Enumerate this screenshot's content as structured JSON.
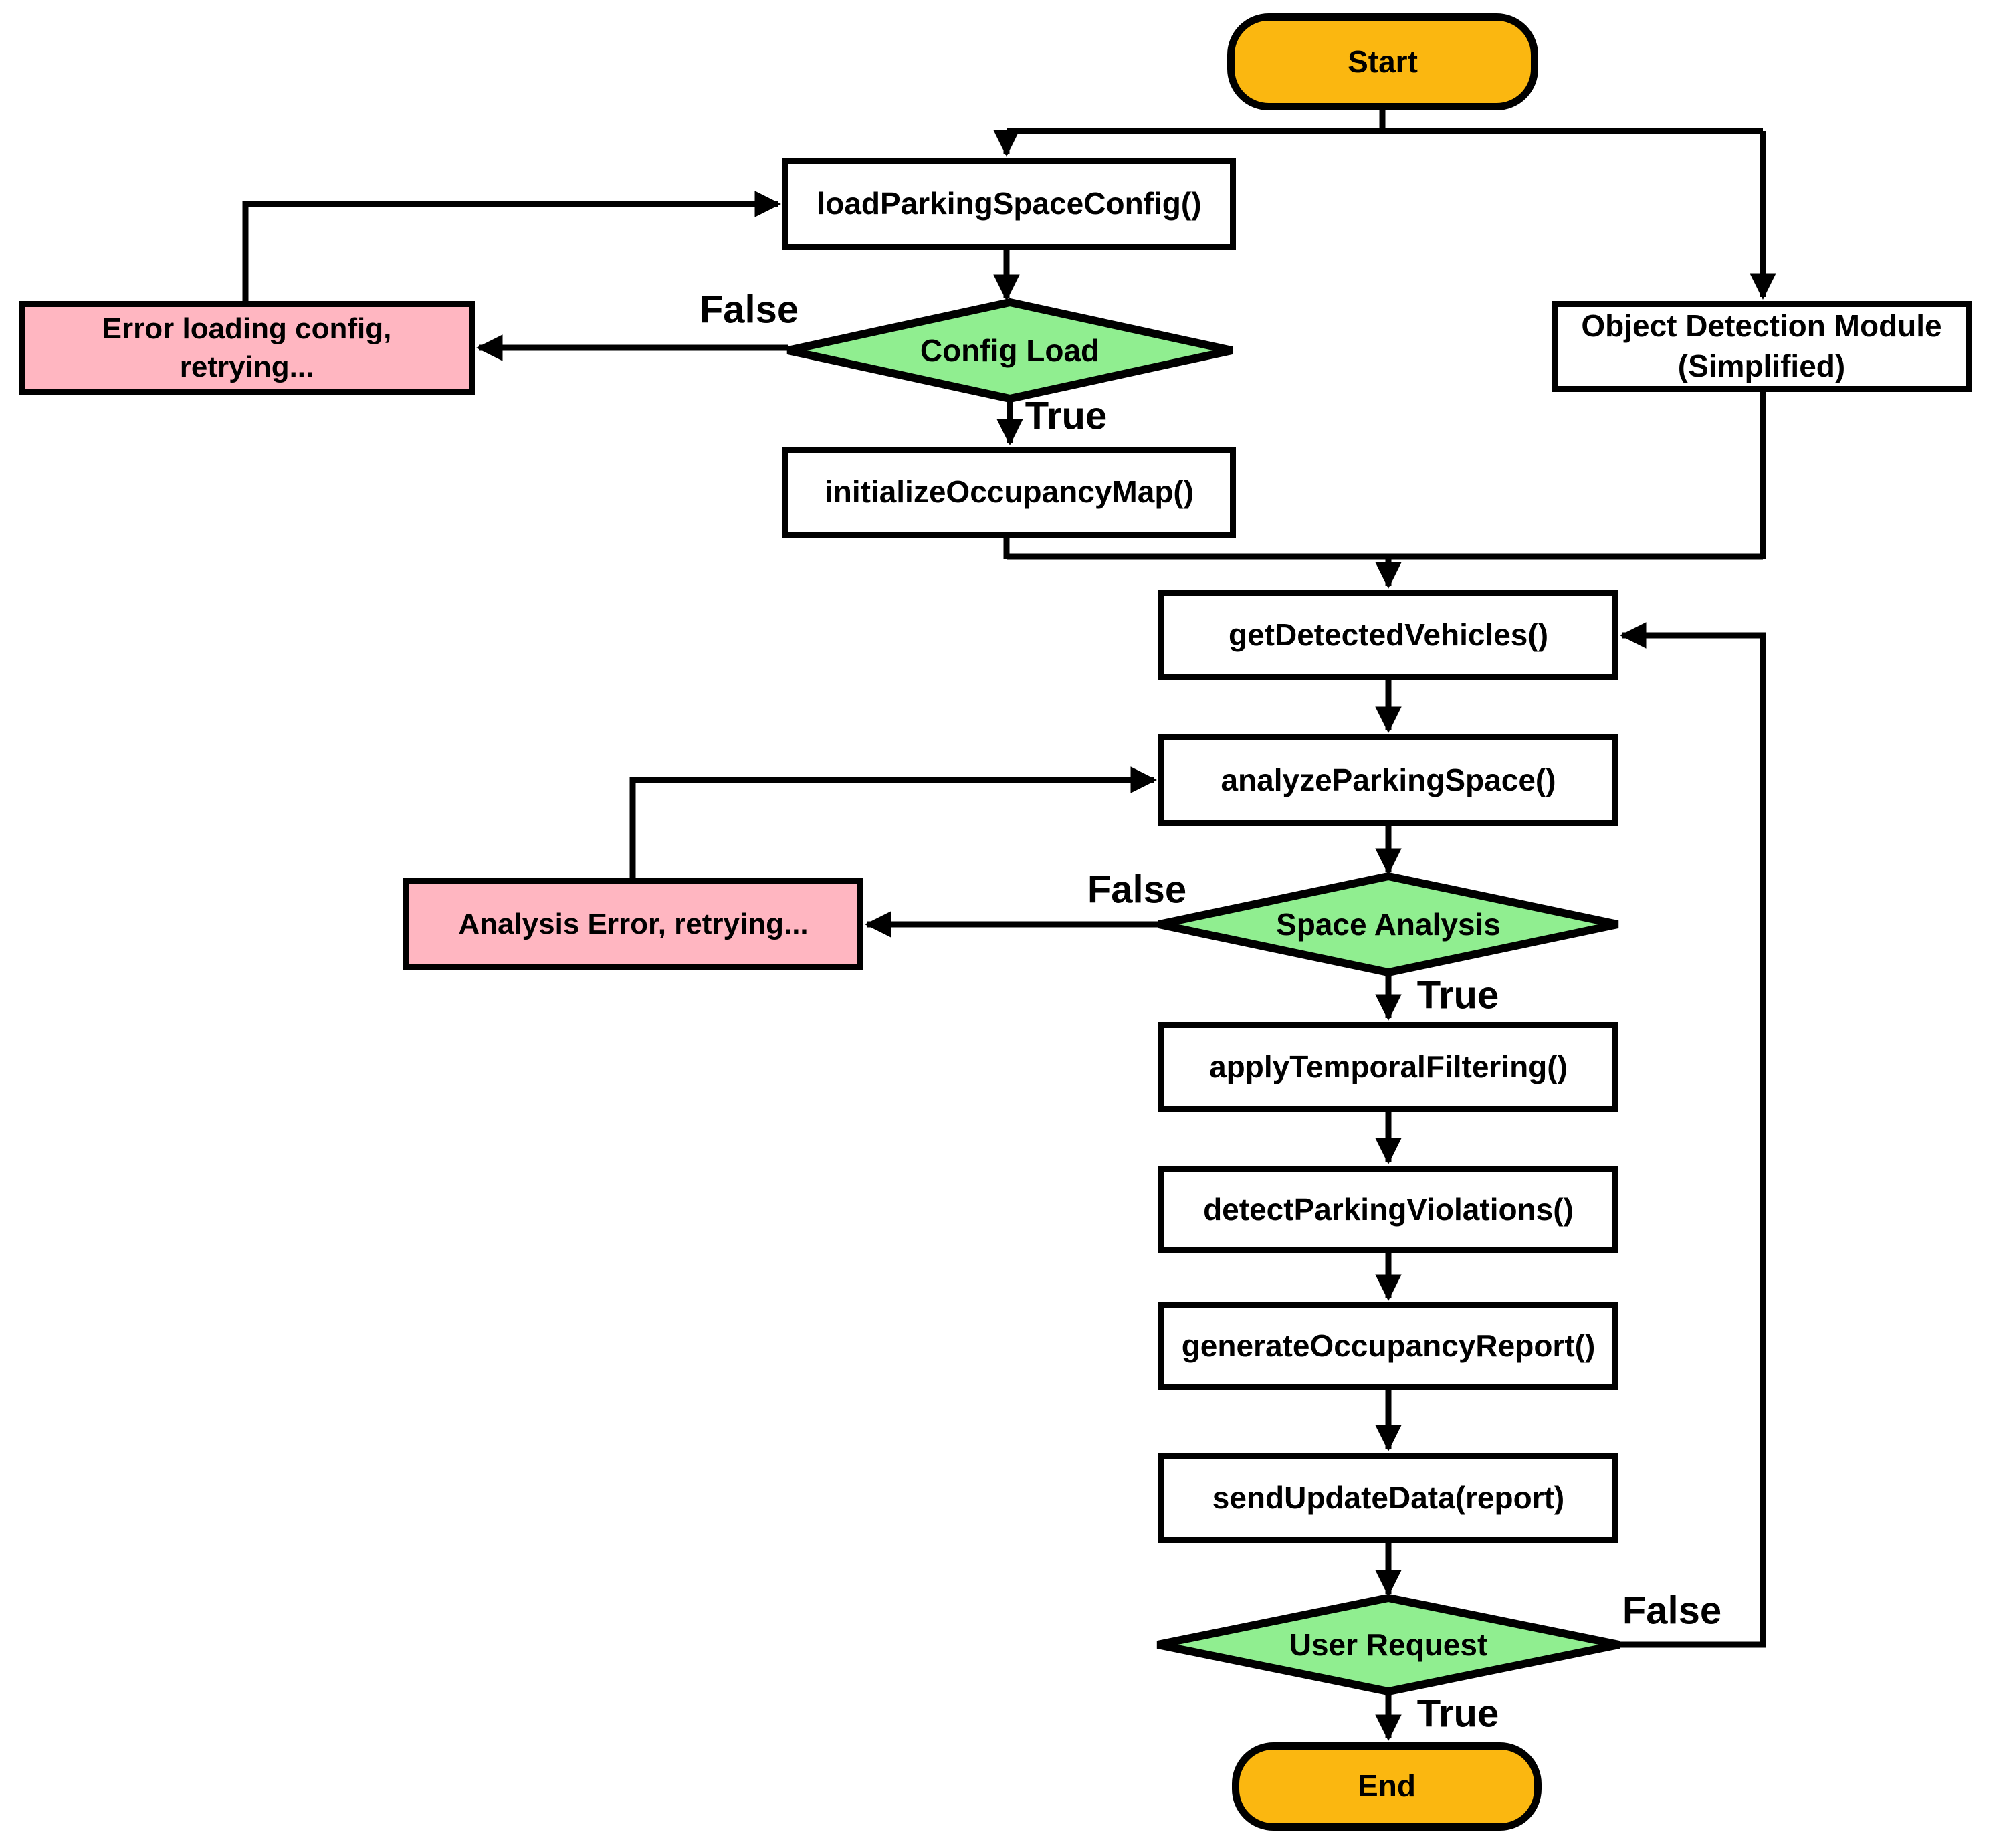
{
  "nodes": {
    "start": {
      "label": "Start",
      "type": "terminal"
    },
    "load_config": {
      "label": "loadParkingSpaceConfig()",
      "type": "process"
    },
    "config_error": {
      "label": "Error loading config,\nretrying...",
      "type": "error"
    },
    "config_decision": {
      "label": "Config Load",
      "type": "decision"
    },
    "object_detection": {
      "label": "Object Detection Module\n(Simplified)",
      "type": "process"
    },
    "init_map": {
      "label": "initializeOccupancyMap()",
      "type": "process"
    },
    "get_vehicles": {
      "label": "getDetectedVehicles()",
      "type": "process"
    },
    "analyze_space": {
      "label": "analyzeParkingSpace()",
      "type": "process"
    },
    "analysis_error": {
      "label": "Analysis Error, retrying...",
      "type": "error"
    },
    "space_decision": {
      "label": "Space Analysis",
      "type": "decision"
    },
    "apply_filtering": {
      "label": "applyTemporalFiltering()",
      "type": "process"
    },
    "detect_violations": {
      "label": "detectParkingViolations()",
      "type": "process"
    },
    "generate_report": {
      "label": "generateOccupancyReport()",
      "type": "process"
    },
    "send_update": {
      "label": "sendUpdateData(report)",
      "type": "process"
    },
    "user_decision": {
      "label": "User Request",
      "type": "decision"
    },
    "end": {
      "label": "End",
      "type": "terminal"
    }
  },
  "edge_labels": {
    "config_false": "False",
    "config_true": "True",
    "space_false": "False",
    "space_true": "True",
    "user_false": "False",
    "user_true": "True"
  },
  "colors": {
    "terminal_fill": "#FBB710",
    "decision_fill": "#90EE90",
    "error_fill": "#FFB6C1",
    "process_fill": "#FFFFFF",
    "line": "#000000"
  }
}
